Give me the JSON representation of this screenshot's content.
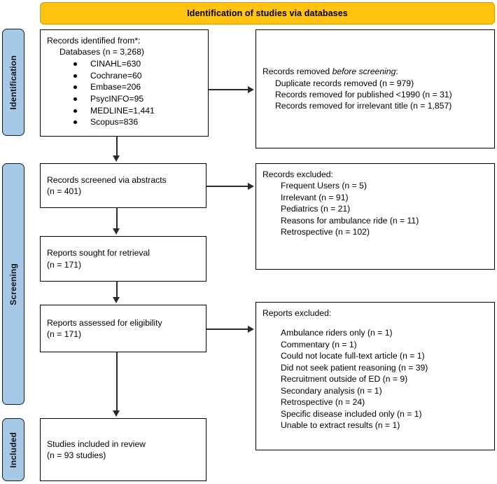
{
  "banner": {
    "title": "Identification of studies via databases"
  },
  "stages": [
    {
      "id": "identification",
      "label": "Identification"
    },
    {
      "id": "screening",
      "label": "Screening"
    },
    {
      "id": "included",
      "label": "Included"
    }
  ],
  "boxes": {
    "identified": {
      "heading": "Records identified from*:",
      "subheading": "Databases (n = 3,268)",
      "databases": [
        "CINAHL=630",
        "Cochrane=60",
        "Embase=206",
        "PsycINFO=95",
        "MEDLINE=1,441",
        "Scopus=836"
      ]
    },
    "removed": {
      "heading_prefix": "Records removed ",
      "heading_italic": "before screening",
      "heading_suffix": ":",
      "items": [
        "Duplicate records removed (n = 979)",
        "Records removed for published <1990 (n = 31)",
        "Records removed for irrelevant title (n = 1,857)"
      ]
    },
    "screened": {
      "line1": "Records screened via abstracts",
      "line2": "(n = 401)"
    },
    "excluded_screening": {
      "heading": "Records excluded:",
      "items": [
        "Frequent Users (n = 5)",
        "Irrelevant (n = 91)",
        "Pediatrics (n = 21)",
        "Reasons for ambulance ride (n = 11)",
        "Retrospective (n = 102)"
      ]
    },
    "sought": {
      "line1": "Reports sought for retrieval",
      "line2": "(n = 171)"
    },
    "assessed": {
      "line1": "Reports assessed for eligibility",
      "line2": "(n = 171)"
    },
    "excluded_eligibility": {
      "heading": "Reports excluded:",
      "items": [
        "Ambulance riders only (n = 1)",
        "Commentary (n = 1)",
        "Could not locate full-text article (n = 1)",
        "Did not seek patient reasoning (n = 39)",
        "Recruitment outside of ED (n = 9)",
        "Secondary analysis (n = 1)",
        "Retrospective (n = 24)",
        "Specific disease included only (n = 1)",
        "Unable to extract results (n = 1)"
      ]
    },
    "included": {
      "line1": "Studies included in review",
      "line2": "(n = 93 studies)"
    }
  },
  "colors": {
    "banner_fill": "#FFC20E",
    "banner_border": "#C99A0C",
    "stage_fill": "#A6C9E9",
    "stage_border": "#1a1a1a",
    "box_border": "#000000",
    "connector": "#2b2b2b"
  }
}
